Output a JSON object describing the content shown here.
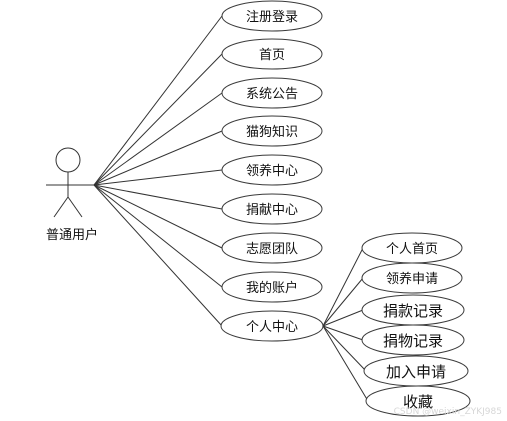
{
  "actor": {
    "label": "普通用户"
  },
  "use_cases": [
    {
      "id": "register-login",
      "label": "注册登录"
    },
    {
      "id": "home",
      "label": "首页"
    },
    {
      "id": "system-notice",
      "label": "系统公告"
    },
    {
      "id": "pet-knowledge",
      "label": "猫狗知识"
    },
    {
      "id": "adoption-center",
      "label": "领养中心"
    },
    {
      "id": "donation-center",
      "label": "捐献中心"
    },
    {
      "id": "volunteer-team",
      "label": "志愿团队"
    },
    {
      "id": "my-account",
      "label": "我的账户"
    },
    {
      "id": "personal-center",
      "label": "个人中心"
    }
  ],
  "sub_use_cases": [
    {
      "id": "personal-home",
      "label": "个人首页"
    },
    {
      "id": "adoption-application",
      "label": "领养申请"
    },
    {
      "id": "donation-record",
      "label": "捐款记录"
    },
    {
      "id": "item-donation-record",
      "label": "捐物记录"
    },
    {
      "id": "join-application",
      "label": "加入申请"
    },
    {
      "id": "favorites",
      "label": "收藏"
    }
  ],
  "watermark": "CSDN @weixin_ZYKJ985"
}
